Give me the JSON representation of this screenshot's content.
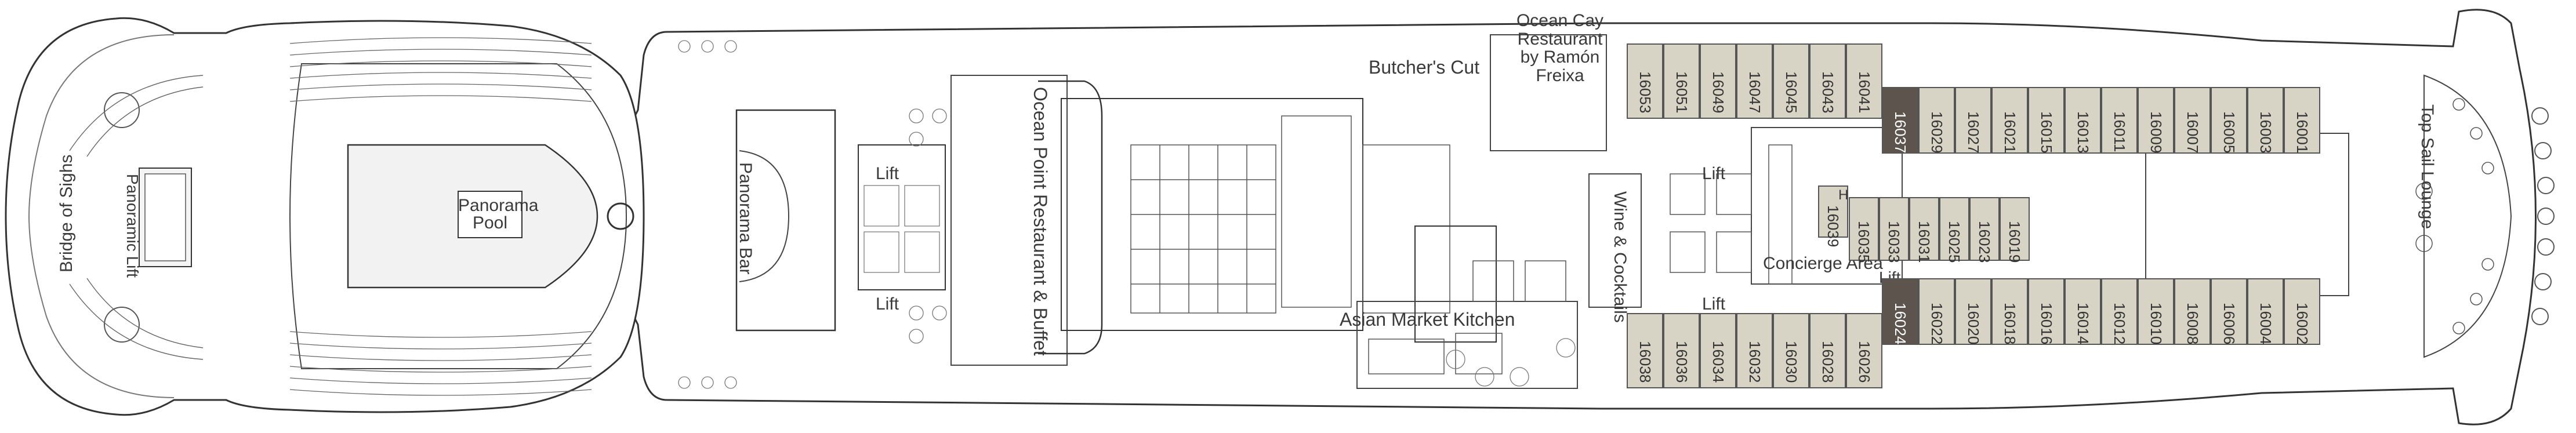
{
  "deck": {
    "areas": {
      "bridge_of_sighs": "Bridge of Sighs",
      "panoramic_lift": "Panoramic Lift",
      "panorama_pool": "Panorama Pool",
      "panorama_bar": "Panorama Bar",
      "ocean_point": "Ocean Point Restaurant & Buffet",
      "lift_fwd_1": "Lift",
      "lift_fwd_2": "Lift",
      "lift_mid_1": "Lift",
      "lift_mid_2": "Lift",
      "lift_aft": "Lift",
      "butchers_cut": "Butcher's Cut",
      "ocean_cay": "Ocean Cay Restaurant by Ramón Freixa",
      "asian_market": "Asian Market Kitchen",
      "wine_cocktails": "Wine & Cocktails",
      "concierge": "Concierge Area",
      "top_sail": "Top Sail Lounge"
    },
    "accessible_mark": "H",
    "cabins_top_outer": [
      "16053",
      "16051",
      "16049",
      "16047",
      "16045",
      "16043",
      "16041"
    ],
    "cabins_top_suite": [
      "16037",
      "16029",
      "16027",
      "16021",
      "16015",
      "16013",
      "16011",
      "16009",
      "16007",
      "16005",
      "16003",
      "16001"
    ],
    "cabins_center_a": [
      "16039"
    ],
    "cabins_center_b": [
      "16035",
      "16033",
      "16031",
      "16025",
      "16023",
      "16019"
    ],
    "cabins_bottom_suite": [
      "16024",
      "16022",
      "16020",
      "16018",
      "16016",
      "16014",
      "16012",
      "16010",
      "16008",
      "16006",
      "16004",
      "16002"
    ],
    "cabins_bottom_outer": [
      "16038",
      "16036",
      "16034",
      "16032",
      "16030",
      "16028",
      "16026"
    ],
    "colors": {
      "cabin_fill": "#d8d4c5",
      "suite_dark": "#5c544d",
      "line": "#444444",
      "pool": "#f2f2f2"
    }
  }
}
